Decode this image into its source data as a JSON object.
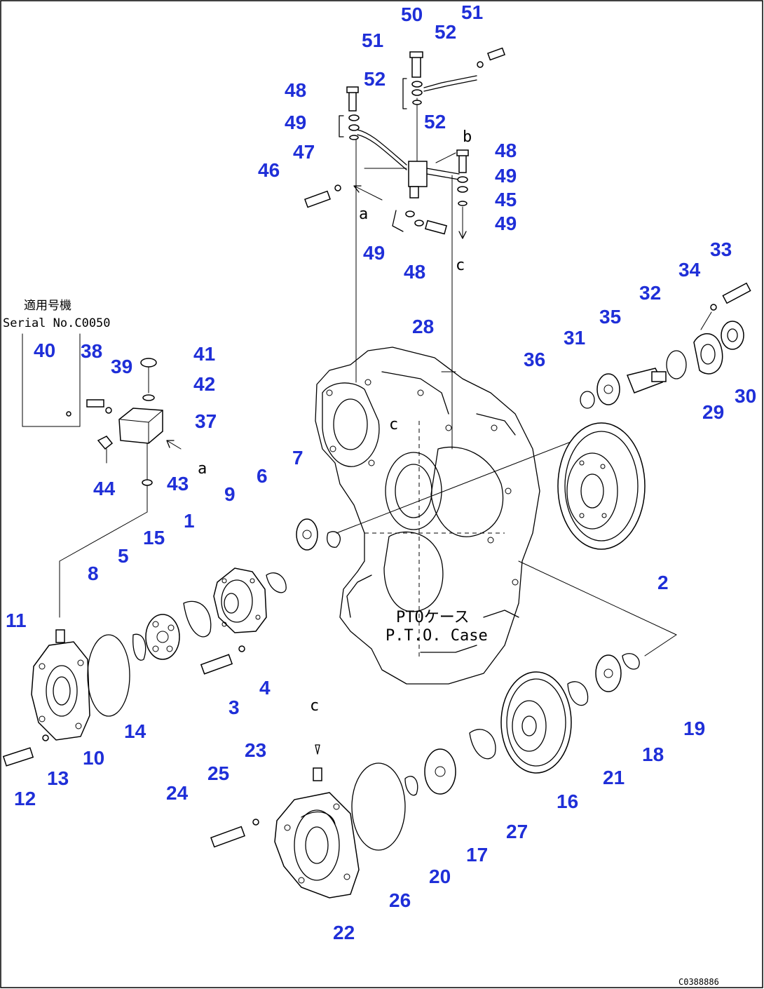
{
  "diagram": {
    "case_label_jp": "PTOケース",
    "case_label_en": "P.T.O. Case",
    "applicable_jp": "適用号機",
    "serial_label": "Serial No.C0050",
    "figure_code": "C0388886",
    "letters": {
      "a1": "a",
      "a2": "a",
      "b": "b",
      "c1": "c",
      "c2": "c",
      "c3": "c"
    },
    "callouts": {
      "n1": "1",
      "n2": "2",
      "n3": "3",
      "n4": "4",
      "n5": "5",
      "n6": "6",
      "n7": "7",
      "n8": "8",
      "n9": "9",
      "n10": "10",
      "n11": "11",
      "n12": "12",
      "n13": "13",
      "n14": "14",
      "n15": "15",
      "n16": "16",
      "n17": "17",
      "n18": "18",
      "n19": "19",
      "n20": "20",
      "n21": "21",
      "n22": "22",
      "n23": "23",
      "n24": "24",
      "n25": "25",
      "n26": "26",
      "n27": "27",
      "n28": "28",
      "n29": "29",
      "n30": "30",
      "n31": "31",
      "n32": "32",
      "n33": "33",
      "n34": "34",
      "n35": "35",
      "n36": "36",
      "n37": "37",
      "n38": "38",
      "n39": "39",
      "n40": "40",
      "n41": "41",
      "n42": "42",
      "n43": "43",
      "n44": "44",
      "n45": "45",
      "n46": "46",
      "n47": "47",
      "n48a": "48",
      "n48b": "48",
      "n48c": "48",
      "n49a": "49",
      "n49b": "49",
      "n49c": "49",
      "n49d": "49",
      "n50": "50",
      "n51a": "51",
      "n51b": "51",
      "n52a": "52",
      "n52b": "52",
      "n52c": "52"
    },
    "colors": {
      "callout": "#1f2fd8",
      "line": "#000000",
      "background": "#ffffff"
    }
  }
}
